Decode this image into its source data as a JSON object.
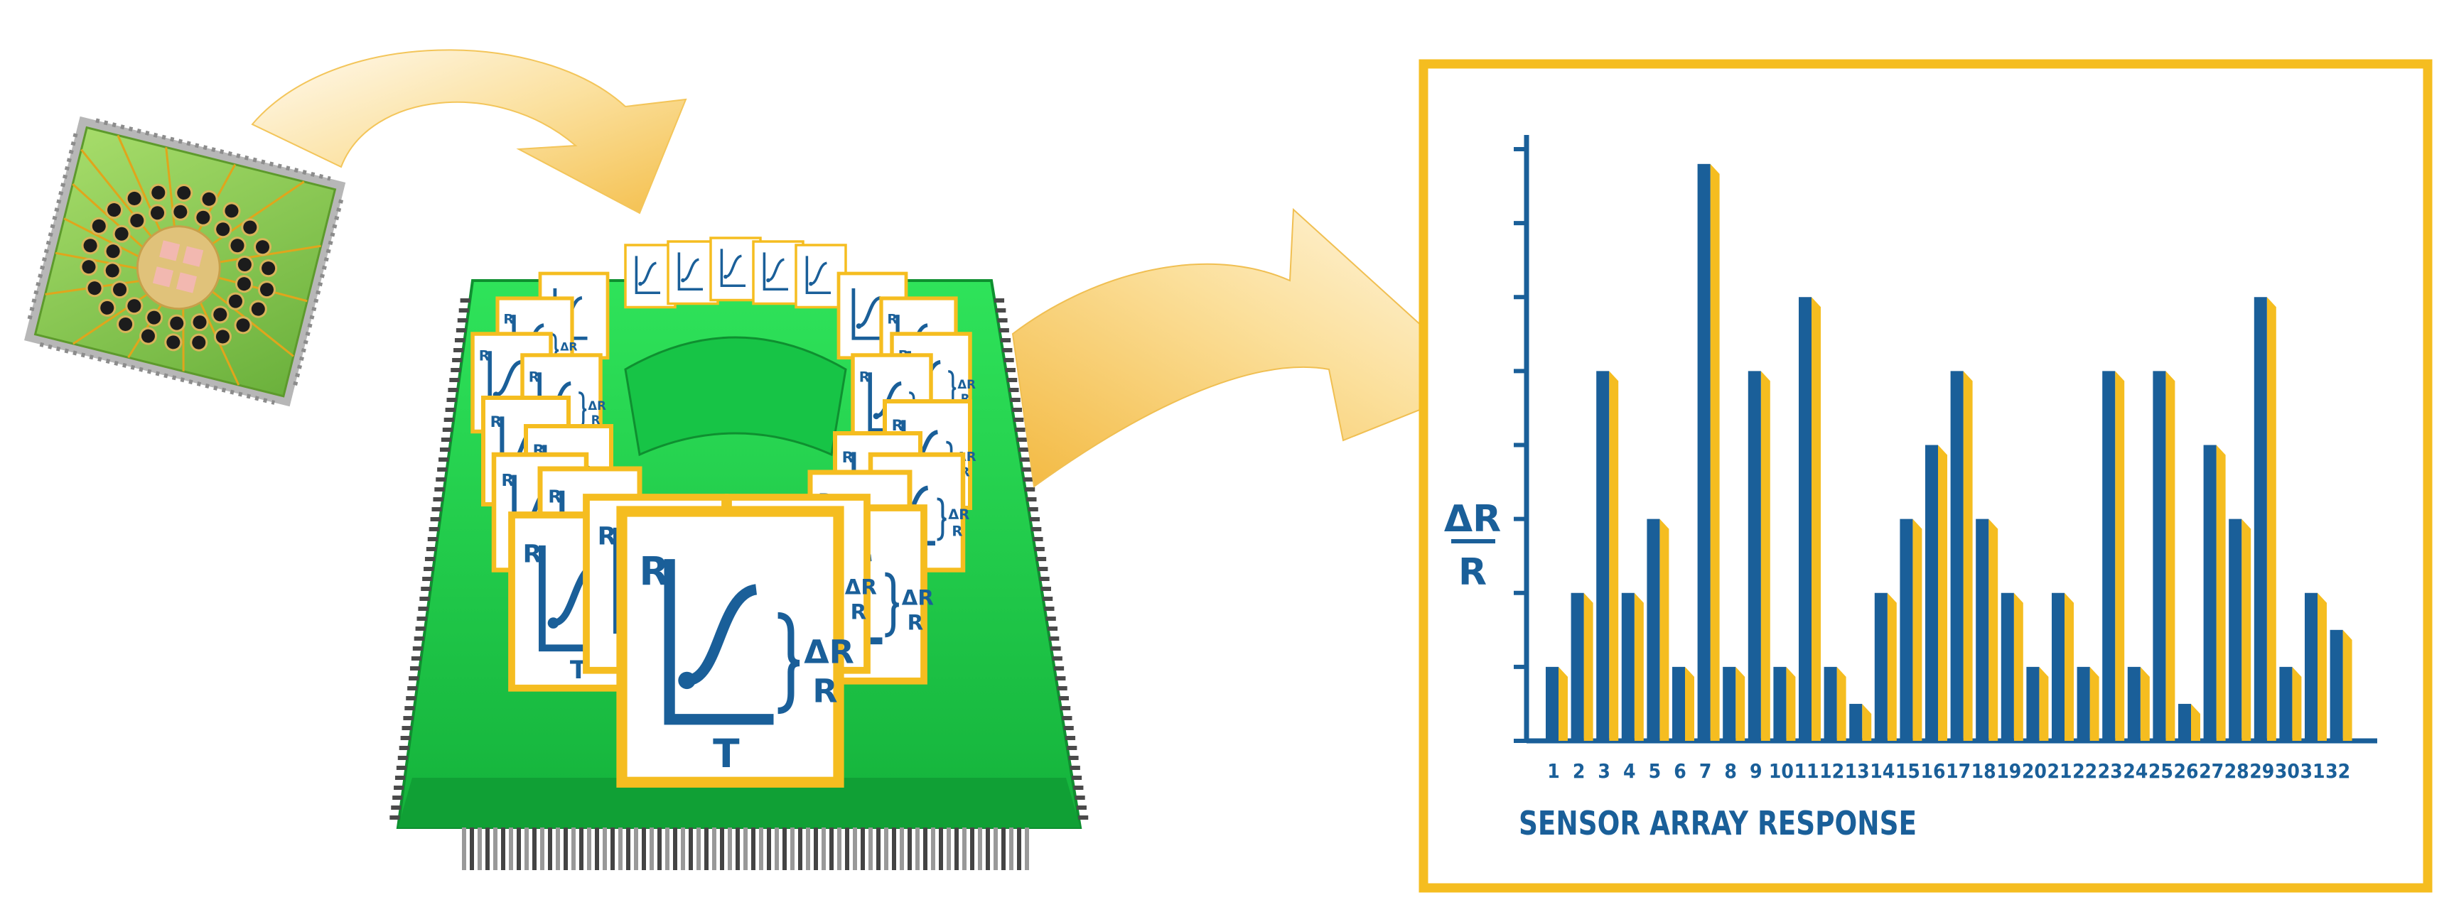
{
  "colors": {
    "board_green": "#22c84a",
    "board_green_light": "#7ff08d",
    "chip_green": "#88c653",
    "arrow_gold": "#f6c452",
    "arrow_light": "#fff3cf",
    "bar_blue": "#1a5f99",
    "bar_gold": "#f5bd20",
    "frame_gold": "#f5bd20"
  },
  "icons": {
    "chip": "sensor-chip-icon",
    "board": "sensor-array-board-icon",
    "arrow": "curved-arrow-icon"
  },
  "sensor_card": {
    "y_label": "R",
    "x_label": "T",
    "delta_top": "ΔR",
    "delta_bottom": "R"
  },
  "chart_data": {
    "type": "bar",
    "xlabel": "SENSOR ARRAY RESPONSE",
    "ylabel_top": "ΔR",
    "ylabel_bottom": "R",
    "ylim": [
      0,
      8
    ],
    "categories": [
      "1",
      "2",
      "3",
      "4",
      "5",
      "6",
      "7",
      "8",
      "9",
      "10",
      "11",
      "12",
      "13",
      "14",
      "15",
      "16",
      "17",
      "18",
      "19",
      "20",
      "21",
      "22",
      "23",
      "24",
      "25",
      "26",
      "27",
      "28",
      "29",
      "30",
      "31",
      "32"
    ],
    "series": [
      {
        "values": [
          1,
          2,
          5,
          2,
          3,
          1,
          7.8,
          1,
          5,
          1,
          6,
          1,
          0.5,
          2,
          3,
          4,
          5,
          3,
          2,
          1,
          2,
          1,
          5,
          1,
          5,
          0.5,
          4,
          3,
          6,
          1,
          2,
          1.5
        ]
      }
    ]
  }
}
